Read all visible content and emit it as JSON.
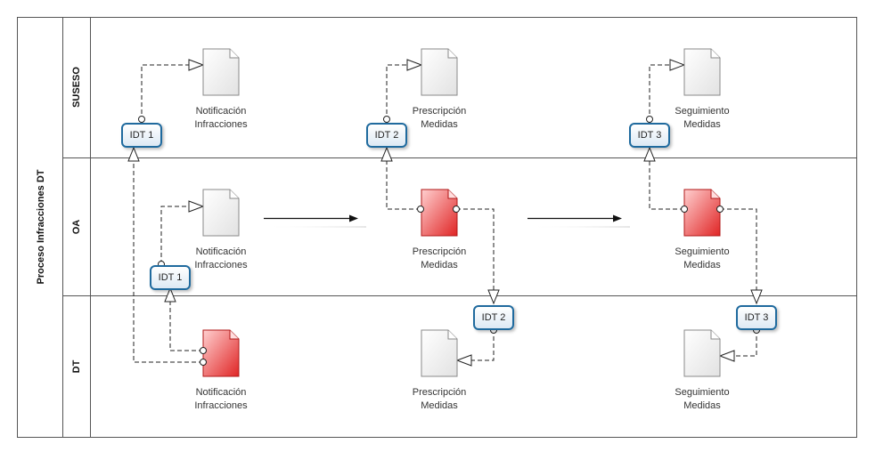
{
  "pool": {
    "title": "Proceso Infracciones DT"
  },
  "lanes": [
    {
      "id": "suseso",
      "label": "SUSESO"
    },
    {
      "id": "oa",
      "label": "OA"
    },
    {
      "id": "dt",
      "label": "DT"
    }
  ],
  "documents": [
    {
      "id": "doc-suseso-1",
      "line1": "Notificación",
      "line2": "Infracciones",
      "color": "white"
    },
    {
      "id": "doc-suseso-2",
      "line1": "Prescripción",
      "line2": "Medidas",
      "color": "white"
    },
    {
      "id": "doc-suseso-3",
      "line1": "Seguimiento",
      "line2": "Medidas",
      "color": "white"
    },
    {
      "id": "doc-oa-1",
      "line1": "Notificación",
      "line2": "Infracciones",
      "color": "white"
    },
    {
      "id": "doc-oa-2",
      "line1": "Prescripción",
      "line2": "Medidas",
      "color": "red"
    },
    {
      "id": "doc-oa-3",
      "line1": "Seguimiento",
      "line2": "Medidas",
      "color": "red"
    },
    {
      "id": "doc-dt-1",
      "line1": "Notificación",
      "line2": "Infracciones",
      "color": "red"
    },
    {
      "id": "doc-dt-2",
      "line1": "Prescripción",
      "line2": "Medidas",
      "color": "white"
    },
    {
      "id": "doc-dt-3",
      "line1": "Seguimiento",
      "line2": "Medidas",
      "color": "white"
    }
  ],
  "interfaces": [
    {
      "id": "idt-suseso-1",
      "label": "IDT 1"
    },
    {
      "id": "idt-suseso-2",
      "label": "IDT 2"
    },
    {
      "id": "idt-suseso-3",
      "label": "IDT 3"
    },
    {
      "id": "idt-oa-1",
      "label": "IDT 1"
    },
    {
      "id": "idt-dt-2",
      "label": "IDT 2"
    },
    {
      "id": "idt-dt-3",
      "label": "IDT 3"
    }
  ],
  "colors": {
    "lane_border": "#555555",
    "idt_border": "#1f6a9e",
    "doc_white": "#f2f2f2",
    "doc_red": "#e23a3a",
    "connector": "#222222"
  }
}
